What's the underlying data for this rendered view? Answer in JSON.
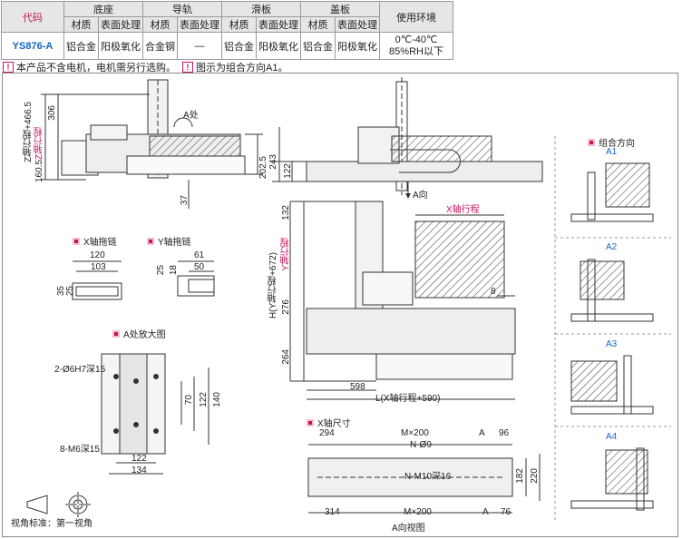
{
  "table": {
    "headers": {
      "code": "代码",
      "base": "底座",
      "rail": "导轨",
      "slider": "滑板",
      "cover": "盖板",
      "env": "使用环境",
      "material": "材质",
      "surface": "表面处理"
    },
    "row": {
      "model": "YS876-A",
      "base_material": "铝合金",
      "base_surface": "阳极氧化",
      "rail_material": "合金钢",
      "rail_surface": "—",
      "slider_material": "铝合金",
      "slider_surface": "阳极氧化",
      "cover_material": "铝合金",
      "cover_surface": "阳极氧化",
      "env_temp": "0℃-40℃",
      "env_humidity": "85%RH以下"
    }
  },
  "notes": {
    "warn_mark": "!",
    "motor": "本产品不含电机，电机需另行选购。",
    "direction": "图示为组合方向A1。"
  },
  "sections": {
    "x_chain": "X轴拖链",
    "y_chain": "Y轴拖链",
    "detail_a": "A处放大图",
    "x_dims": "X轴尺寸",
    "combo_dir": "组合方向",
    "a_view": "A向视图",
    "view_std": "视角标准：第一视角"
  },
  "combo": [
    "A1",
    "A2",
    "A3",
    "A4"
  ],
  "dims": {
    "side_z": "Z轴行程+466.5",
    "z_stroke": "Z轴行程",
    "d306": "306",
    "d160_5": "160.5",
    "a_point": "A处",
    "d202_5": "202.5",
    "d37": "37",
    "d243": "243",
    "d122": "122",
    "a_dir": "A向",
    "x_stroke": "X轴行程",
    "y_stroke": "Y轴行程",
    "h_label": "H(Y轴行程+672)",
    "d132": "132",
    "d276": "276",
    "d264": "264",
    "d8": "8",
    "d598": "598",
    "l_label": "L(X轴行程+590)",
    "xc_120": "120",
    "xc_103": "103",
    "xc_35": "35",
    "xc_25": "25",
    "yc_61": "61",
    "yc_50": "50",
    "yc_25": "25",
    "yc_18": "18",
    "holes_6": "2-Ø6H7深15",
    "holes_m6": "8-M6深15",
    "da_70": "70",
    "da_122": "122",
    "da_140": "140",
    "da_122b": "122",
    "da_134": "134",
    "xd_294": "294",
    "xd_m200": "M×200",
    "xd_A": "A",
    "xd_96": "96",
    "xd_n9": "N-Ø9",
    "xd_nm10": "N-M10深16",
    "xd_182": "182",
    "xd_220": "220",
    "xd_314": "314",
    "xd_m200b": "M×200",
    "xd_A2": "A",
    "xd_76": "76"
  }
}
